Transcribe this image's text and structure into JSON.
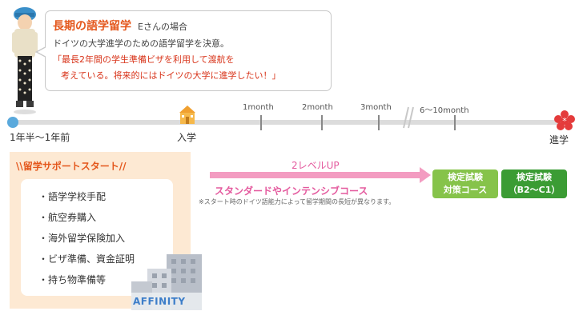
{
  "speech": {
    "title": "長期の語学留学",
    "subtitle": "Eさんの場合",
    "line1": "ドイツの大学進学のための語学留学を決意。",
    "line2": "「最長2年間の学生準備ビザを利用して渡航を",
    "line3": "考えている。将来的にはドイツの大学に進学したい！」"
  },
  "timeline": {
    "start_label": "1年半〜1年前",
    "enter_label": "入学",
    "advance_label": "進学",
    "ticks": [
      "1month",
      "2month",
      "3month",
      "6〜10month"
    ]
  },
  "support": {
    "title": "\\\\留学サポートスタート//",
    "items": [
      "語学学校手配",
      "航空券購入",
      "海外留学保険加入",
      "ビザ準備、資金証明",
      "持ち物準備等"
    ]
  },
  "arrow": {
    "top_label": "2レベルUP",
    "bottom_label": "スタンダードやインテンシブコース",
    "note": "※スタート時のドイツ語能力によって留学期間の長短が異なります。"
  },
  "badges": [
    {
      "line1": "検定試験",
      "line2": "対策コース"
    },
    {
      "line1": "検定試験",
      "line2": "（B2〜C1）"
    }
  ],
  "brand": "AFFINITY",
  "colors": {
    "accent_orange": "#e4571c",
    "accent_pink": "#e45a9e",
    "green_light": "#86c34a",
    "green_dark": "#3b9c34",
    "panel_bg": "#fde9d3"
  }
}
